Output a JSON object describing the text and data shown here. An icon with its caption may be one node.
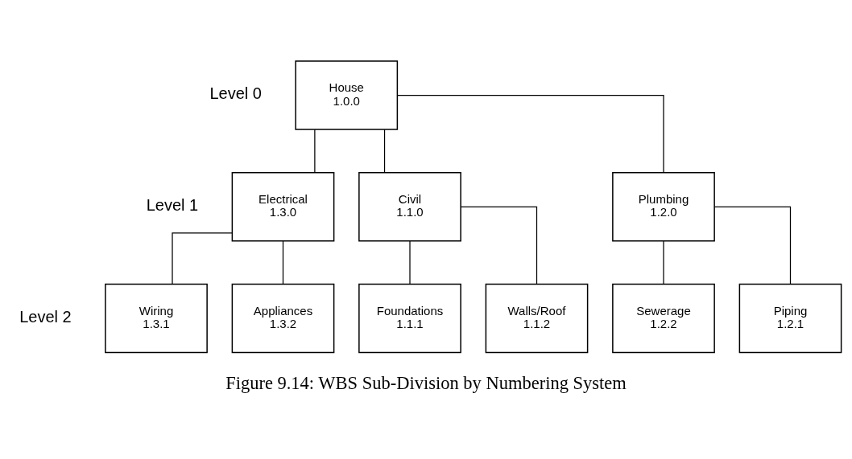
{
  "diagram": {
    "caption": "Figure 9.14: WBS Sub-Division by Numbering System",
    "nodes": [
      {
        "text": [
          "House",
          "1.0.0"
        ]
      },
      {
        "text": [
          "Civil",
          "1.1.0"
        ]
      },
      {
        "text": [
          "Plumbing",
          "1.2.0"
        ]
      },
      {
        "text": [
          "Electrical",
          "1.3.0"
        ]
      },
      {
        "text": [
          "Foundations",
          "1.1.1"
        ]
      },
      {
        "text": [
          "Walls/Roof",
          "1.1.2"
        ]
      },
      {
        "text": [
          "Piping",
          "1.2.1"
        ]
      },
      {
        "text": [
          "Sewerage",
          "1.2.2"
        ]
      },
      {
        "text": [
          "Wiring",
          "1.3.1"
        ]
      },
      {
        "text": [
          "Appliances",
          "1.3.2"
        ]
      }
    ],
    "edges": [
      {
        "from": 0,
        "to": 1,
        "arrow": "none"
      },
      {
        "from": 0,
        "to": 2,
        "arrow": "none"
      },
      {
        "from": 0,
        "to": 3,
        "arrow": "none"
      },
      {
        "from": 1,
        "to": 4,
        "arrow": "none"
      },
      {
        "from": 1,
        "to": 5,
        "arrow": "none"
      },
      {
        "from": 2,
        "to": 6,
        "arrow": "none"
      },
      {
        "from": 2,
        "to": 7,
        "arrow": "none"
      },
      {
        "from": 3,
        "to": 8,
        "arrow": "none"
      },
      {
        "from": 3,
        "to": 9,
        "arrow": "none"
      }
    ],
    "labels": [
      "Level 0",
      "Level 1",
      "Level 2"
    ]
  }
}
